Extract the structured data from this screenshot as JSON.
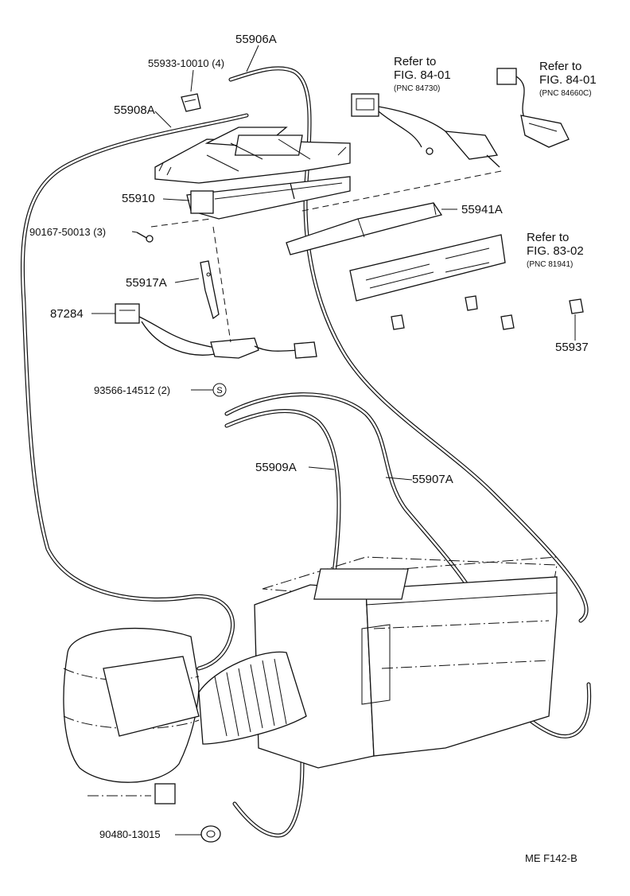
{
  "diagram": {
    "footer_code": "ME  F142-B",
    "part_labels": {
      "p55906A": "55906A",
      "p55933": "55933-10010 (4)",
      "p55908A": "55908A",
      "p55910": "55910",
      "p90167": "90167-50013 (3)",
      "p55917A": "55917A",
      "p87284": "87284",
      "p93566": "93566-14512 (2)",
      "p55941A": "55941A",
      "p55937": "55937",
      "p55909A": "55909A",
      "p55907A": "55907A",
      "p90480": "90480-13015"
    },
    "references": [
      {
        "line1": "Refer to",
        "line2": "FIG. 84-01",
        "pnc": "(PNC 84730)"
      },
      {
        "line1": "Refer to",
        "line2": "FIG. 84-01",
        "pnc": "(PNC 84660C)"
      },
      {
        "line1": "Refer to",
        "line2": "FIG. 83-02",
        "pnc": "(PNC 81941)"
      }
    ],
    "symbol_s": "S"
  }
}
